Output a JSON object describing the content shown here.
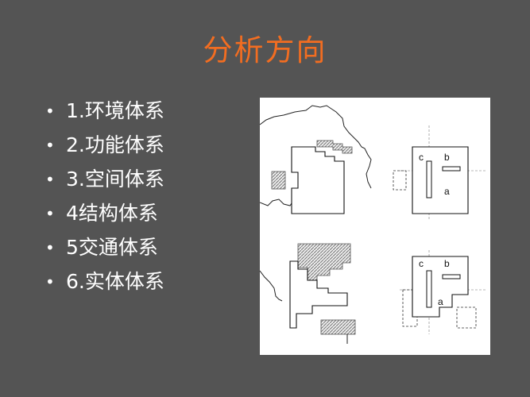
{
  "slide": {
    "title": "分析方向",
    "bullet_symbol": "•",
    "bullets": [
      "1.环境体系",
      "2.功能体系",
      "3.空间体系",
      "4结构体系",
      "5交通体系",
      "6.实体体系"
    ],
    "colors": {
      "background": "#545454",
      "title": "#f26d21",
      "text": "#ffffff"
    }
  },
  "diagram": {
    "labels": {
      "top_c": "c",
      "top_b": "b",
      "top_a": "a",
      "bottom_c": "c",
      "bottom_b": "b",
      "bottom_a": "a"
    }
  }
}
